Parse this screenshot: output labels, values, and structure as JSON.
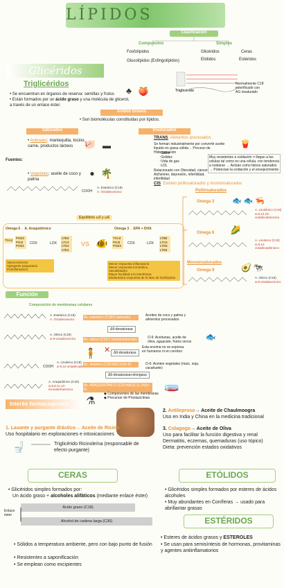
{
  "title": "LÍPIDOS",
  "classification": {
    "label": "Clasificación",
    "compuestos": "Compuestos",
    "simples": "Simples",
    "fosfolipidos": "Fosfolípidos",
    "glucolipidos": "Glucolípidos (Esfingolípidos)",
    "gliceridos": "Glicéridos",
    "ceras": "Ceras",
    "etolidos": "Etólidos",
    "esteridos": "Estéridos"
  },
  "gliceridos": {
    "heading": "Glicéridos",
    "trigliceridos": "Triglicéridos",
    "bullet1": "Se encuentran en órganos de reserva: semillas y frutos",
    "bullet2_pre": "Están formados por un ",
    "bullet2_bold": "ácido graso",
    "bullet2_post": " y una molécula de glicerol, a través de un enlace éster.",
    "acidos_grasos": "Ácidos Grasos",
    "biomoleculas": "Son biomoléculas constituidas por lípidos."
  },
  "saturados": {
    "label": "Saturados",
    "animales_label": "Animales",
    "animales_text": ": mantequilla, tocino, carne, productos lácteos",
    "fuentes": "Fuentes:",
    "vegetales_label": "Vegetales",
    "vegetales_text": ": aceite de coco y palma",
    "estearico": "A. Esteárico (C18)",
    "octadecanoico": "A. Octadecanoico",
    "cooh": "COOH"
  },
  "insaturados": {
    "label": "Insaturados",
    "trans_label": "TRANS",
    "trans_text": ": Alimentos procesados",
    "trans_desc": "Se forman industrialmente por convertir aceite líquido en grasa sólida→ Proceso de Hidrogenación",
    "trans_list": "↑Sabor\n↑Solidez\n↑Vida de gas\n↑LDL",
    "trans_rel": "Relacionado con Obesidad, cáncer, Alzheimer, depresión, infertilidad, infertilidad",
    "trans_side": "Muy resistentes a oxidación = llegan a las células tal como en una célula, con tendencia a oxidarse → Actúan como falsos saturados → Potencian la oxidación y el envejecimiento",
    "cis_label": "CIS",
    "cis_text": ": Existen poliinsaturados y monoinsaturados",
    "poliinsaturados": "Poliinsaturados",
    "omega3": "Omega 3",
    "linolenico": "A. Linolénico (C18)",
    "octadecatrienoico": "Δ-9,12,15-octadecatrienoico",
    "omega6": "Omega 6",
    "linoleico": "A. Linoleico (C18)",
    "octadecadienoico": "Δ-9,12-octadecadienoico",
    "monoinsaturados": "Monoinsaturados",
    "omega9": "Omega 9",
    "oleico": "A. Oleico (C18)",
    "octadecenoico": "Δ-9-octadecenoico",
    "natural": "Normalmente C18 esterificado con AG insaturado"
  },
  "equilibrio": {
    "label": "Equilibrio ω3 y ω6",
    "omega6_title": "Omega 6→ A. Araquidónico",
    "omega3_title": "Omega 3→ EPA + DHA",
    "cox": "COX",
    "lox": "LOX",
    "vs": "VS",
    "txa2": "TXA2",
    "pgi2": "PGI2",
    "pge2": "PGE2",
    "pge1": "PGE1",
    "txa3": "TXA3",
    "pgi3": "PGI3",
    "pge3": "PGE3",
    "ltb4": "LTB4",
    "ltc4": "LTC4",
    "ltd4": "LTD4",
    "lte4": "LTE4",
    "ltb5": "LTB5",
    "ltc5": "LTC5",
    "ltd5": "LTD5",
    "lte5": "LTE5",
    "efecto6": "Vasoconstrictor\nAgregante plaquetario\nProinflamatorio",
    "efecto3": "Menor respuesta inflamatoria\nMenor respuesta trombótica\nVasodilatador\nMayor facilidad a la membrana\nModeradora respuesta de la fase de fosfolípidos"
  },
  "funcion": {
    "label": "Función",
    "membranas": "Composición de membranas celulares",
    "estearico": "A. Esteárico (C18)",
    "octadecanoico": "A. Octadecanoico",
    "estearico_box": "Ac. esteárico (C18:0 saturado)",
    "estearico_desc": "Aceites de coco y palma y alimentos procesados",
    "desat1": "Δ9-desaturasa",
    "oleico": "A. Oleico (C18)",
    "octadecenoico": "Δ-9-octadecenoico",
    "oleico_box": "Ac. oleico (C18:1 monoinsaturado)",
    "oleico_desc": "O-9: Aceitunas, aceite de oliva, aguacate, frutos secos",
    "desat2": "Δ6-desaturasa",
    "enzima_desc": "Esta enzima no se expresa en humanos ni en cerebro",
    "linoleico": "A. Linoleico (C18)",
    "octadecadienoico": "Δ-9,12-octadecadienoico",
    "linoleico_box": "Ac. linoleico (C18:2Δ9,12)(n-6)",
    "linoleico_desc": "O-6: Aceites vegetales (maíz, soja, cacahuete)",
    "elongasa": "Δ6-desaturasa+elongasa",
    "araquidonico_box": "Ac. ARAQUIDÓNICO (C20:4Δ5,8,11,14)(n-6)",
    "araquidonico": "A. Araquidónico (C20)",
    "eicosatetraenoico": "Δ-5,8,11,14-eicosatetraenoico",
    "componentes": "Componentes de las membranas",
    "precursor": "Precursor de Prostaciclinas"
  },
  "farmacognosia": {
    "label": "Interés farmacognosia",
    "item1_title": "1. Laxante y purgante drástico→ Aceite de Ricino",
    "item1_text": "Uso hospitalario en exploraciones e intoxicaciones",
    "ricinoleina": "Triglicérido Ricinoleína (responsable de efecto purgante)",
    "item2_num": "2. ",
    "item2_title": "Antileproso",
    "item2_arrow": "→ Aceite de Chaulmoogra",
    "item2_text": "Uso en India y China en la medicina tradicional",
    "item3_num": "3. ",
    "item3_title": "Colagogo",
    "item3_arrow": "→ Aceite de Oliva",
    "item3_text1": "Uso para facilitar la función digestiva y renal",
    "item3_text2": "Dermatitis, eczemas, quemaduras (uso tópico)",
    "item3_text3": "Dieta: prevención estados oxidativos"
  },
  "ceras": {
    "label": "CERAS",
    "bullet1": "Glicéridos simples formados por:",
    "bullet1b_pre": "Un ácido graso + ",
    "bullet1b_bold": "alcoholes alifáticos",
    "bullet1b_post": " (mediante enlace éster)",
    "enlace": "Enlace éster",
    "acido": "Ácido graso (C18)",
    "alcohol": "Alcohol de cadena larga (C30)",
    "b2": "Sólidos a temperatura ambiente, pero con bajo punto de fusión",
    "b3": "Resistentes a saponificación",
    "b4": "Se emplean como excipientes"
  },
  "etolidos": {
    "label": "ETÓLIDOS",
    "b1": "Glicéridos simples formados por esteres de ácidos alcoholes",
    "b2": "Muy abundantes en Coníferas → usado para abrillantar grasas"
  },
  "esteridos": {
    "label": "ESTÉRIDOS",
    "b1_pre": "Esteres de ácidos grasos y ",
    "b1_bold": "ESTEROLES",
    "b2": "Se usan para semisíntesis de hormonas, provitaminas y agentes antiinflamatorios"
  },
  "colors": {
    "green": "#9fd07f",
    "orange": "#f6b26b",
    "yellow": "#f4c542",
    "red": "#c0392b"
  }
}
